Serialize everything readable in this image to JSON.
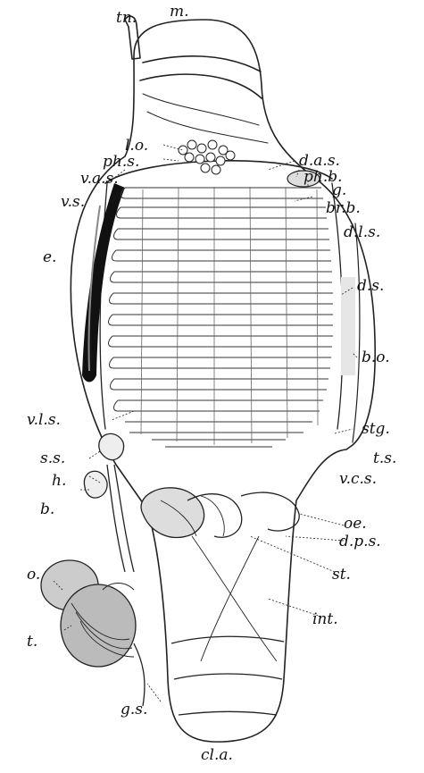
{
  "figure": {
    "labels": {
      "tn": "tn.",
      "m": "m.",
      "lo": "l.o.",
      "phs": "ph.s.",
      "vas": "v.a.s.",
      "vs": "v.s.",
      "e": "e.",
      "das": "d.a.s.",
      "phb": "ph.b.",
      "g": "g.",
      "brb": "br.b.",
      "dls": "d.l.s.",
      "ds": "d.s.",
      "bo": "b.o.",
      "vls": "v.l.s.",
      "ss": "s.s.",
      "h": "h.",
      "b": "b.",
      "o": "o.",
      "t": "t.",
      "gs": "g.s.",
      "stg": "stg.",
      "ts": "t.s.",
      "vcs": "v.c.s.",
      "oe": "oe.",
      "dps": "d.p.s.",
      "st": "st.",
      "int": "int.",
      "cla": "cl.a."
    }
  }
}
